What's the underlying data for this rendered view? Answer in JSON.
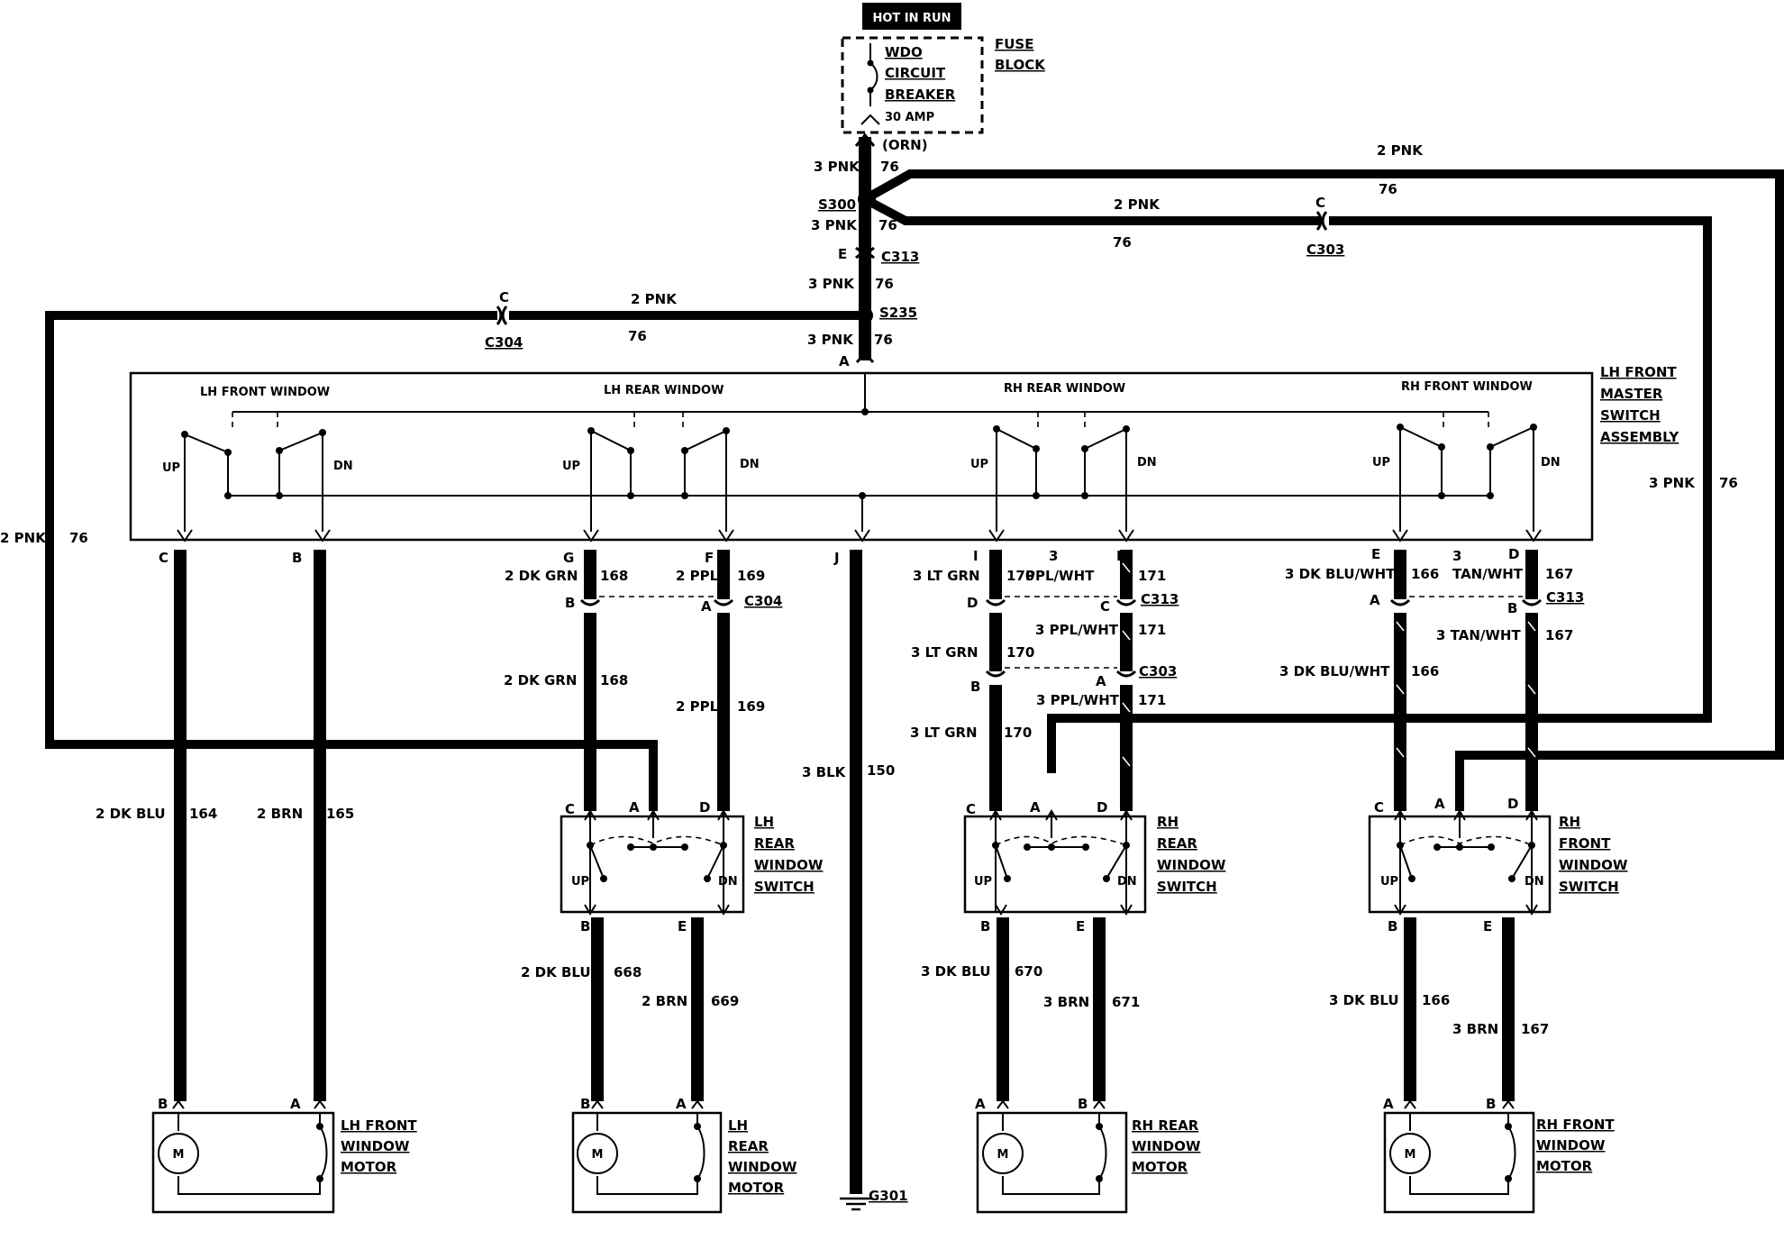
{
  "labels": {
    "hot_in_run": "HOT IN RUN",
    "fuse_block_1": "FUSE",
    "fuse_block_2": "BLOCK",
    "breaker_1": "WDO",
    "breaker_2": "CIRCUIT",
    "breaker_3": "BREAKER",
    "breaker_amp": "30 AMP",
    "orn": "(ORN)",
    "s300": "S300",
    "s235": "S235",
    "c313_top": "C313",
    "c303_top": "C303",
    "c304_top": "C304",
    "e": "E",
    "c": "C",
    "a": "A",
    "b": "B",
    "d": "D",
    "f": "F",
    "g": "G",
    "h": "H",
    "i": "I",
    "j": "J",
    "pnk3": "3 PNK",
    "pnk2": "2 PNK",
    "n76": "76",
    "master_1": "LH FRONT",
    "master_2": "MASTER",
    "master_3": "SWITCH",
    "master_4": "ASSEMBLY",
    "lh_front_window": "LH FRONT WINDOW",
    "lh_rear_window": "LH REAR WINDOW",
    "rh_rear_window": "RH REAR WINDOW",
    "rh_front_window": "RH FRONT WINDOW",
    "up": "UP",
    "dn": "DN",
    "w_2dkgrn": "2 DK GRN",
    "n168": "168",
    "w_2ppl": "2 PPL",
    "n169": "169",
    "w_3ltgrn": "3 LT GRN",
    "n170": "170",
    "w_3": "3",
    "w_pplwht": "PPL/WHT",
    "w_3pplwht": "3 PPL/WHT",
    "n171": "171",
    "w_3dkbluwht": "3 DK BLU/WHT",
    "n166": "166",
    "w_tanwht": "TAN/WHT",
    "w_3tanwht": "3 TAN/WHT",
    "n167": "167",
    "c304": "C304",
    "c313": "C313",
    "c303": "C303",
    "w_2dkblu": "2 DK BLU",
    "n164": "164",
    "w_2brn": "2 BRN",
    "n165": "165",
    "w_3blk": "3 BLK",
    "n150": "150",
    "n668": "668",
    "n669": "669",
    "w_3dkblu": "3 DK BLU",
    "n670": "670",
    "w_3brn": "3 BRN",
    "n671": "671",
    "g301": "G301",
    "m": "M",
    "lh_rear_sw_1": "LH",
    "lh_rear_sw_2": "REAR",
    "lh_rear_sw_3": "WINDOW",
    "lh_rear_sw_4": "SWITCH",
    "rh_rear_sw_1": "RH",
    "rh_rear_sw_2": "REAR",
    "rh_rear_sw_3": "WINDOW",
    "rh_rear_sw_4": "SWITCH",
    "rh_front_sw_1": "RH",
    "rh_front_sw_2": "FRONT",
    "rh_front_sw_3": "WINDOW",
    "rh_front_sw_4": "SWITCH",
    "lh_front_motor_1": "LH FRONT",
    "lh_front_motor_2": "WINDOW",
    "lh_front_motor_3": "MOTOR",
    "lh_rear_motor_1": "LH",
    "lh_rear_motor_2": "REAR",
    "lh_rear_motor_3": "WINDOW",
    "lh_rear_motor_4": "MOTOR",
    "rh_rear_motor_1": "RH REAR",
    "rh_rear_motor_2": "WINDOW",
    "rh_rear_motor_3": "MOTOR",
    "rh_front_motor_1": "RH FRONT",
    "rh_front_motor_2": "WINDOW",
    "rh_front_motor_3": "MOTOR"
  }
}
